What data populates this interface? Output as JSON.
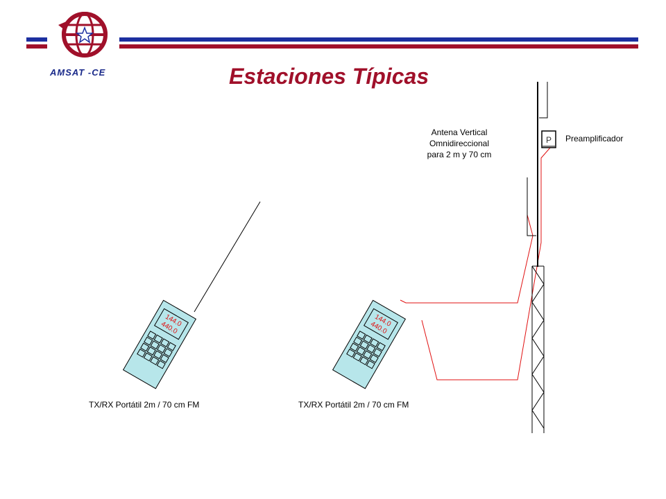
{
  "header": {
    "logo_text": "AMSAT -CE",
    "title": "Estaciones Típicas"
  },
  "colors": {
    "stripe_blue": "#1c2fa0",
    "stripe_red": "#a0102a",
    "title_red": "#a0102a",
    "cable_red": "#e01010",
    "radio_body": "#b7e6ea",
    "radio_display_text": "#e01010"
  },
  "antenna": {
    "label_line1": "Antena Vertical",
    "label_line2": "Omnidireccional",
    "label_line3": "para 2 m y 70 cm"
  },
  "preamp": {
    "box_letter": "P",
    "label": "Preamplificador"
  },
  "radio_left": {
    "display_line1": "144.0",
    "display_line2": "440.0",
    "caption": "TX/RX Portátil 2m / 70 cm FM"
  },
  "radio_right": {
    "display_line1": "144.0",
    "display_line2": "440.0",
    "caption": "TX/RX Portátil 2m / 70 cm FM"
  }
}
